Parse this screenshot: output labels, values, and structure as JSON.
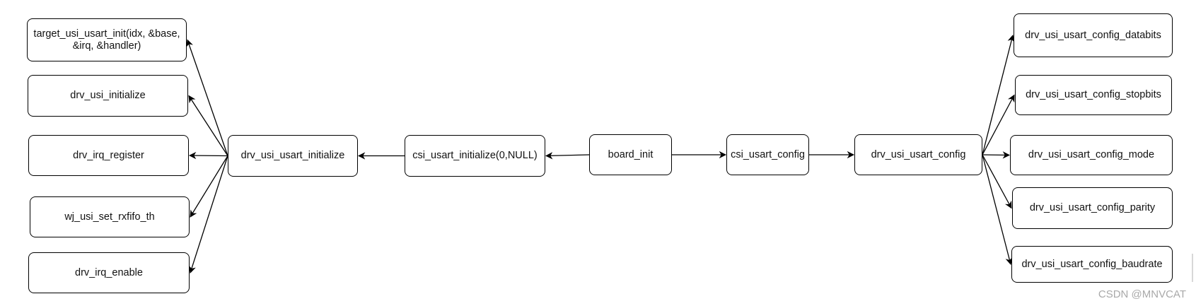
{
  "diagram": {
    "nodes": [
      {
        "id": "target_init",
        "label": "target_usi_usart_init(idx, &base, &irq, &handler)"
      },
      {
        "id": "drv_usi_init",
        "label": "drv_usi_initialize"
      },
      {
        "id": "drv_irq_reg",
        "label": "drv_irq_register"
      },
      {
        "id": "wj_rxfifo",
        "label": "wj_usi_set_rxfifo_th"
      },
      {
        "id": "drv_irq_en",
        "label": "drv_irq_enable"
      },
      {
        "id": "drv_usart_init",
        "label": "drv_usi_usart_initialize"
      },
      {
        "id": "csi_usart_init",
        "label": "csi_usart_initialize(0,NULL)"
      },
      {
        "id": "board_init",
        "label": "board_init"
      },
      {
        "id": "csi_usart_config",
        "label": "csi_usart_config"
      },
      {
        "id": "drv_usart_config",
        "label": "drv_usi_usart_config"
      },
      {
        "id": "cfg_databits",
        "label": "drv_usi_usart_config_databits"
      },
      {
        "id": "cfg_stopbits",
        "label": "drv_usi_usart_config_stopbits"
      },
      {
        "id": "cfg_mode",
        "label": "drv_usi_usart_config_mode"
      },
      {
        "id": "cfg_parity",
        "label": "drv_usi_usart_config_parity"
      },
      {
        "id": "cfg_baudrate",
        "label": "drv_usi_usart_config_baudrate"
      }
    ],
    "edges": [
      {
        "from": "board_init",
        "to": "csi_usart_init"
      },
      {
        "from": "csi_usart_init",
        "to": "drv_usart_init"
      },
      {
        "from": "drv_usart_init",
        "to": "target_init"
      },
      {
        "from": "drv_usart_init",
        "to": "drv_usi_init"
      },
      {
        "from": "drv_usart_init",
        "to": "drv_irq_reg"
      },
      {
        "from": "drv_usart_init",
        "to": "wj_rxfifo"
      },
      {
        "from": "drv_usart_init",
        "to": "drv_irq_en"
      },
      {
        "from": "board_init",
        "to": "csi_usart_config"
      },
      {
        "from": "csi_usart_config",
        "to": "drv_usart_config"
      },
      {
        "from": "drv_usart_config",
        "to": "cfg_databits"
      },
      {
        "from": "drv_usart_config",
        "to": "cfg_stopbits"
      },
      {
        "from": "drv_usart_config",
        "to": "cfg_mode"
      },
      {
        "from": "drv_usart_config",
        "to": "cfg_parity"
      },
      {
        "from": "drv_usart_config",
        "to": "cfg_baudrate"
      }
    ]
  },
  "watermark": "CSDN @MNVCAT"
}
